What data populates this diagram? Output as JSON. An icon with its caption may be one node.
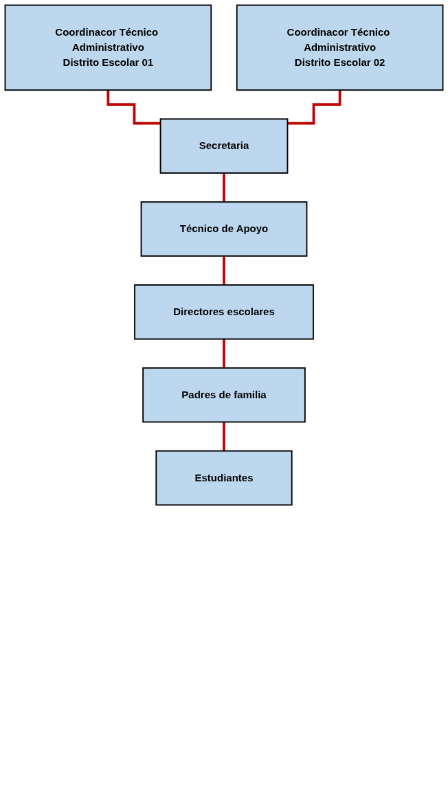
{
  "diagram": {
    "nodes": [
      {
        "text": [
          "Coordinacor Técnico Administrativo",
          "Distrito Escolar 01"
        ]
      },
      {
        "text": [
          "Coordinacor Técnico Administrativo",
          "Distrito Escolar 02"
        ]
      },
      {
        "text": [
          "Secretaria"
        ]
      },
      {
        "text": [
          "Técnico de Apoyo"
        ]
      },
      {
        "text": [
          "Directores escolares"
        ]
      },
      {
        "text": [
          "Padres de familia"
        ]
      },
      {
        "text": [
          "Estudiantes"
        ]
      }
    ],
    "edges": [
      {
        "from": 0,
        "to": 2,
        "arrow": "none"
      },
      {
        "from": 1,
        "to": 2,
        "arrow": "none"
      },
      {
        "from": 2,
        "to": 3,
        "arrow": "none"
      },
      {
        "from": 3,
        "to": 4,
        "arrow": "none"
      },
      {
        "from": 4,
        "to": 5,
        "arrow": "none"
      },
      {
        "from": 5,
        "to": 6,
        "arrow": "none"
      }
    ]
  }
}
